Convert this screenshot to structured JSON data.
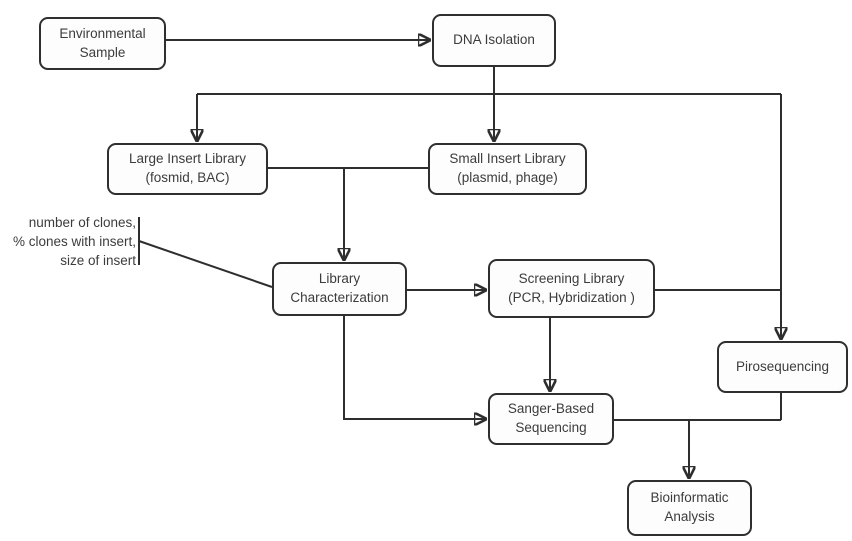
{
  "colors": {
    "line": "#2e2e2e",
    "node_border": "#2f2f2f",
    "node_fill": "#fdfdfd",
    "text": "#3c3c3c",
    "background": "#ffffff"
  },
  "nodes": {
    "environmental_sample": {
      "line1": "Environmental",
      "line2": "Sample"
    },
    "dna_isolation": {
      "line1": "DNA Isolation"
    },
    "large_insert_library": {
      "line1": "Large Insert Library",
      "line2": "(fosmid, BAC)"
    },
    "small_insert_library": {
      "line1": "Small Insert Library",
      "line2": "(plasmid, phage)"
    },
    "library_characterization": {
      "line1": "Library",
      "line2": "Characterization"
    },
    "screening_library": {
      "line1": "Screening Library",
      "line2": "(PCR, Hybridization )"
    },
    "pirosequencing": {
      "line1": "Pirosequencing"
    },
    "sanger_based_sequencing": {
      "line1": "Sanger-Based",
      "line2": "Sequencing"
    },
    "bioinformatic_analysis": {
      "line1": "Bioinformatic",
      "line2": "Analysis"
    }
  },
  "annotation": {
    "lines": [
      "number of clones,",
      "% clones with insert,",
      "size of insert"
    ],
    "points_to": "Library Characterization"
  },
  "edges": [
    {
      "from": "Environmental Sample",
      "to": "DNA Isolation"
    },
    {
      "from": "DNA Isolation",
      "to": "Large Insert Library"
    },
    {
      "from": "DNA Isolation",
      "to": "Small Insert Library"
    },
    {
      "from": "DNA Isolation",
      "to": "Pirosequencing"
    },
    {
      "from": "Large Insert Library + Small Insert Library",
      "to": "Library Characterization"
    },
    {
      "from": "Library Characterization",
      "to": "Screening Library"
    },
    {
      "from": "Screening Library",
      "to": "Pirosequencing"
    },
    {
      "from": "Screening Library",
      "to": "Sanger-Based Sequencing"
    },
    {
      "from": "Library Characterization",
      "to": "Sanger-Based Sequencing"
    },
    {
      "from": "Sanger-Based Sequencing",
      "to": "Bioinformatic Analysis"
    },
    {
      "from": "Pirosequencing",
      "to": "Bioinformatic Analysis"
    }
  ]
}
